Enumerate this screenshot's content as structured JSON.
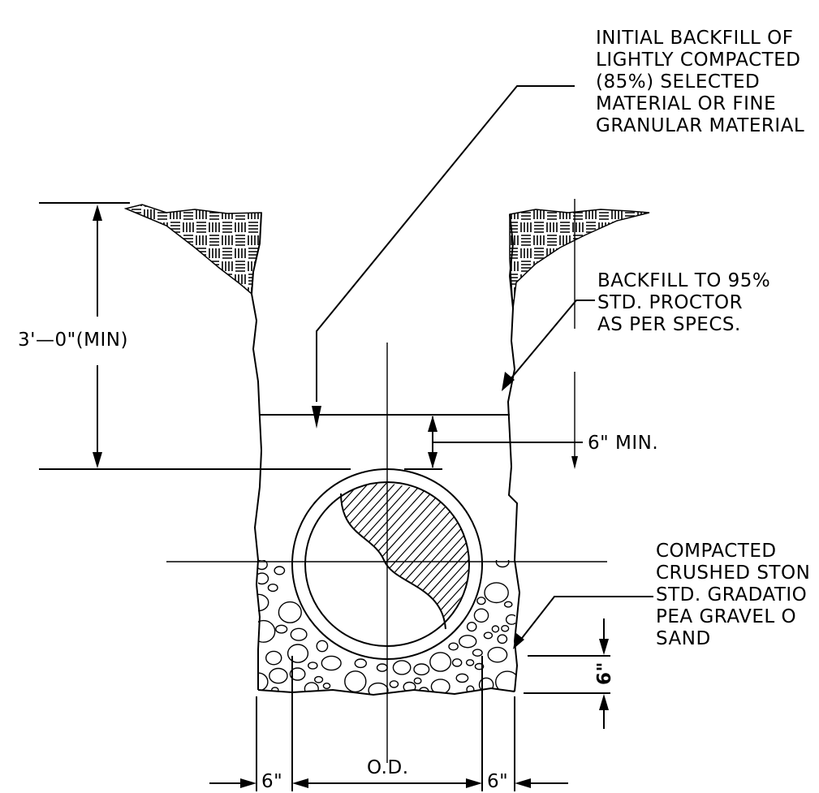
{
  "notes": {
    "initial_backfill": [
      "INITIAL  BACKFILL  OF",
      "LIGHTLY  COMPACTED",
      "(85%)  SELECTED",
      "MATERIAL  OR  FINE",
      "GRANULAR  MATERIAL"
    ],
    "backfill_95": [
      "BACKFILL  TO  95%",
      "STD.  PROCTOR",
      "AS  PER  SPECS."
    ],
    "compacted_stone": [
      "COMPACTED",
      "CRUSHED  STON",
      "STD.  GRADATIO",
      "PEA  GRAVEL  O",
      "SAND"
    ]
  },
  "dimensions": {
    "cover_depth": "3'—0\"(MIN)",
    "cover_over_pipe": "6\"  MIN.",
    "bedding_depth": "6\"",
    "side_clearance_left": "6\"",
    "pipe_diameter": "O.D.",
    "side_clearance_right": "6\""
  }
}
